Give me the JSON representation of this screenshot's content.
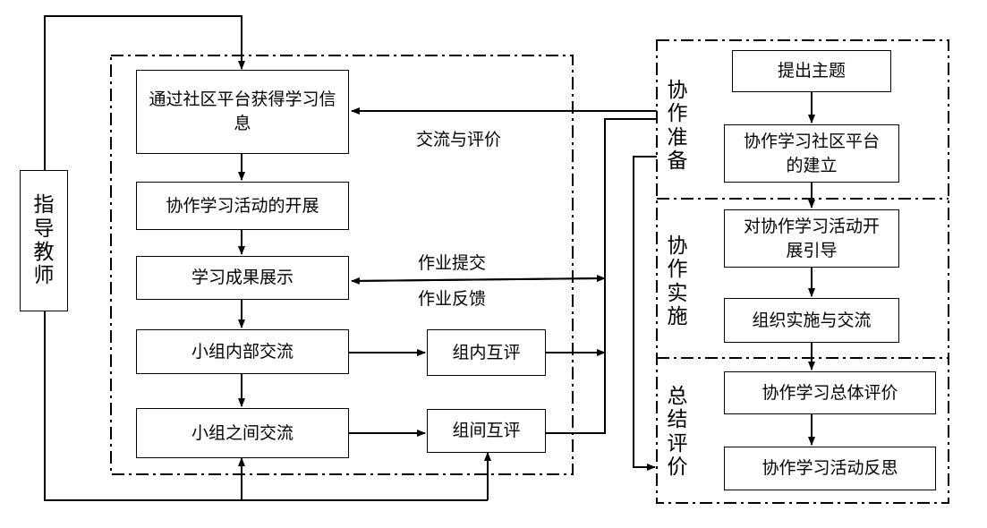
{
  "teacher": "指\n导\n教\n师",
  "left_flow": {
    "step1": "通过社区平台获得学习信息",
    "step2": "协作学习活动的开展",
    "step3": "学习成果展示",
    "step4": "小组内部交流",
    "step5": "小组之间交流",
    "peer_within": "组内互评",
    "peer_between": "组间互评"
  },
  "edge_labels": {
    "exchange_eval": "交流与评价",
    "submit_hw": "作业提交",
    "hw_feedback": "作业反馈"
  },
  "phases": {
    "prep": {
      "label": "协\n作\n准\n备",
      "box1": "提出主题",
      "box2": "协作学习社区平台的建立"
    },
    "impl": {
      "label": "协\n作\n实\n施",
      "box1": "对协作学习活动开展引导",
      "box2": "组织实施与交流"
    },
    "summary": {
      "label": "总\n结\n评\n价",
      "box1": "协作学习总体评价",
      "box2": "协作学习活动反思"
    }
  }
}
